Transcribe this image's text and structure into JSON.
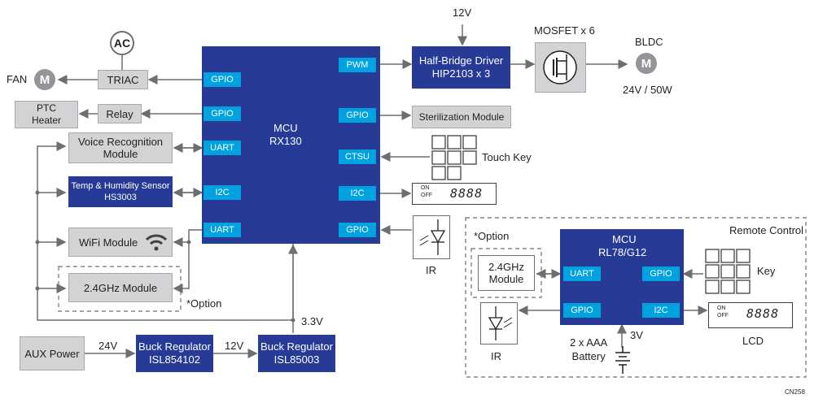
{
  "top": {
    "v12": "12V"
  },
  "mcu_main": {
    "title": "MCU",
    "part": "RX130",
    "pins_left": [
      "GPIO",
      "GPIO",
      "UART",
      "I2C",
      "UART"
    ],
    "pins_right": [
      "PWM",
      "GPIO",
      "CTSU",
      "I2C",
      "GPIO"
    ]
  },
  "left": {
    "ac": "AC",
    "fan": "FAN",
    "motor": "M",
    "triac": "TRIAC",
    "ptc": "PTC\nHeater",
    "relay": "Relay",
    "voice": "Voice Recognition\nModule",
    "sensor": "Temp & Humidity Sensor\nHS3003",
    "wifi": "WiFi Module",
    "ghz": "2.4GHz Module",
    "option": "*Option"
  },
  "right": {
    "driver": "Half-Bridge Driver\nHIP2103 x 3",
    "mosfet": "MOSFET x 6",
    "bldc": "BLDC",
    "bldc_spec": "24V / 50W",
    "steril": "Sterilization Module",
    "touch": "Touch Key",
    "ir": "IR"
  },
  "lcd": {
    "on": "ON",
    "off": "OFF",
    "digits": "8888"
  },
  "power": {
    "aux": "AUX Power",
    "v24": "24V",
    "buck1": "Buck Regulator\nISL854102",
    "v12": "12V",
    "buck2": "Buck Regulator\nISL85003",
    "v33": "3.3V"
  },
  "remote": {
    "title": "Remote Control",
    "option": "*Option",
    "ghz": "2.4GHz\nModule",
    "mcu_title": "MCU",
    "mcu_part": "RL78/G12",
    "pins": [
      "UART",
      "GPIO",
      "GPIO",
      "I2C"
    ],
    "key": "Key",
    "ir": "IR",
    "battery": "2 x AAA\nBattery",
    "v3": "3V",
    "lcd": "LCD"
  },
  "footer": {
    "code": "CN258"
  }
}
